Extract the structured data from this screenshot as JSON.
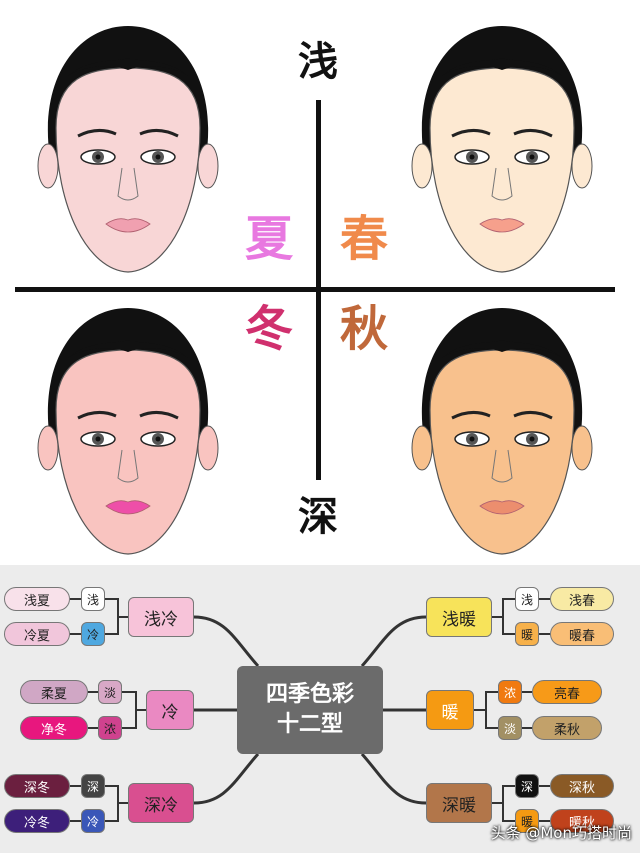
{
  "axis": {
    "top_label": "浅",
    "bottom_label": "深"
  },
  "seasons": {
    "summer": {
      "label": "夏",
      "color": "#e878e0"
    },
    "spring": {
      "label": "春",
      "color": "#f08a4b"
    },
    "winter": {
      "label": "冬",
      "color": "#d0306e"
    },
    "autumn": {
      "label": "秋",
      "color": "#c0683a"
    }
  },
  "faces": {
    "summer": {
      "skin": "#f8d6d6",
      "lip": "#f0a0b0"
    },
    "spring": {
      "skin": "#fde9d2",
      "lip": "#f6a08c"
    },
    "winter": {
      "skin": "#f9c4c0",
      "lip": "#ee4fa8"
    },
    "autumn": {
      "skin": "#f8c18d",
      "lip": "#ec8e6e"
    }
  },
  "mindmap": {
    "center": {
      "line1": "四季色彩",
      "line2": "十二型"
    },
    "left": [
      {
        "label": "浅冷",
        "color": "#f7c3d9",
        "links": [
          {
            "mod": "浅",
            "mod_color": "#ffffff",
            "leaf": "浅夏",
            "leaf_color": "#f8e1ea"
          },
          {
            "mod": "冷",
            "mod_color": "#4fa8e0",
            "leaf": "冷夏",
            "leaf_color": "#f1c6db"
          }
        ]
      },
      {
        "label": "冷",
        "color": "#ea89c2",
        "links": [
          {
            "mod": "淡",
            "mod_color": "#d8a8c6",
            "leaf": "柔夏",
            "leaf_color": "#d0a7c5"
          },
          {
            "mod": "浓",
            "mod_color": "#d0428e",
            "leaf": "净冬",
            "leaf_color": "#e8177e"
          }
        ]
      },
      {
        "label": "深冷",
        "color": "#d94f90",
        "links": [
          {
            "mod": "深",
            "mod_color": "#444444",
            "leaf": "深冬",
            "leaf_color": "#6b1f3f"
          },
          {
            "mod": "冷",
            "mod_color": "#3a57b8",
            "leaf": "冷冬",
            "leaf_color": "#3d1f7a"
          }
        ]
      }
    ],
    "right": [
      {
        "label": "浅暖",
        "color": "#f7e35a",
        "links": [
          {
            "mod": "浅",
            "mod_color": "#ffffff",
            "leaf": "浅春",
            "leaf_color": "#f8eaa4"
          },
          {
            "mod": "暖",
            "mod_color": "#f7b14a",
            "leaf": "暖春",
            "leaf_color": "#f9be76"
          }
        ]
      },
      {
        "label": "暖",
        "color": "#f59a12",
        "links": [
          {
            "mod": "浓",
            "mod_color": "#f07a10",
            "leaf": "亮春",
            "leaf_color": "#f79a18"
          },
          {
            "mod": "淡",
            "mod_color": "#a29064",
            "leaf": "柔秋",
            "leaf_color": "#c2a16a"
          }
        ]
      },
      {
        "label": "深暖",
        "color": "#b2764a",
        "links": [
          {
            "mod": "深",
            "mod_color": "#111111",
            "leaf": "深秋",
            "leaf_color": "#8a5a26"
          },
          {
            "mod": "暖",
            "mod_color": "#f59a12",
            "leaf": "暖秋",
            "leaf_color": "#c0421c"
          }
        ]
      }
    ]
  },
  "watermark": "头条 @Mon巧搭时尚"
}
